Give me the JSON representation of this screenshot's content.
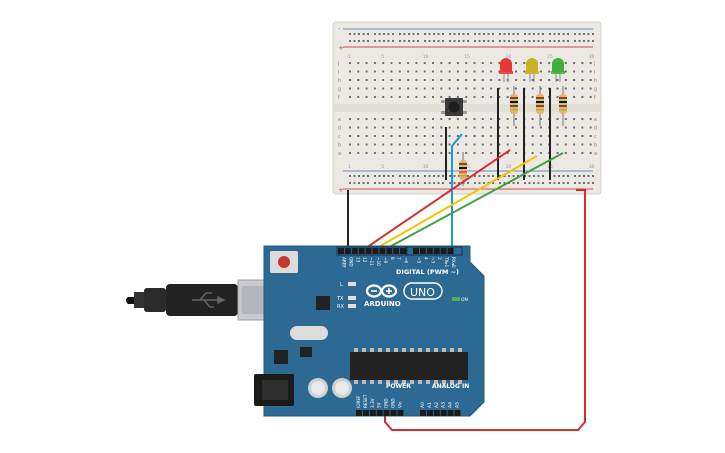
{
  "board": {
    "brand": "ARDUINO",
    "model": "UNO",
    "digital_header": "DIGITAL (PWM ~)",
    "power_header": "POWER",
    "analog_header": "ANALOG IN",
    "on_label": "ON",
    "l_label": "L",
    "tx_label": "TX",
    "rx_label": "RX",
    "digital_pins": [
      "AREF",
      "GND",
      "13",
      "12",
      "~11",
      "~10",
      "~9",
      "8",
      "7",
      "~6",
      "~5",
      "4",
      "~3",
      "2",
      "TX▸1",
      "RX◂0"
    ],
    "power_pins": [
      "IOREF",
      "RESET",
      "3.3V",
      "5V",
      "GND",
      "GND",
      "Vin"
    ],
    "analog_pins": [
      "A0",
      "A1",
      "A2",
      "A3",
      "A4",
      "A5"
    ]
  },
  "breadboard": {
    "row_letters_top": [
      "j",
      "i",
      "h",
      "g",
      "f"
    ],
    "row_letters_bottom": [
      "e",
      "d",
      "c",
      "b",
      "a"
    ],
    "column_numbers": [
      "1",
      "5",
      "10",
      "15",
      "20",
      "25",
      "30"
    ],
    "rail_plus": "+",
    "rail_minus": "-"
  },
  "components": {
    "leds": [
      {
        "name": "red-led",
        "color": "#e53935"
      },
      {
        "name": "yellow-led",
        "color": "#c9b21d"
      },
      {
        "name": "green-led",
        "color": "#3fae3b"
      }
    ],
    "resistor_color": "#d9b97a",
    "button_color": "#2d2d2d"
  },
  "wires": {
    "red": "#d32f2f",
    "yellow": "#f5c400",
    "green": "#43a047",
    "blue": "#1e9ad6",
    "black": "#222222"
  },
  "colors": {
    "board": "#2c6a94",
    "board_dark": "#1f5478",
    "breadboard": "#ece9e4",
    "rail_red": "#d14b4b",
    "rail_blue": "#6b8fb8"
  }
}
